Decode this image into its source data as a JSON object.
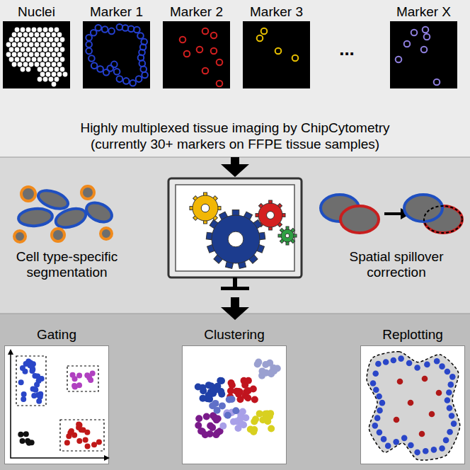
{
  "diagram": {
    "nodes": [
      {
        "text": [
          "Nuclei"
        ]
      },
      {
        "text": [
          "Marker 1"
        ]
      },
      {
        "text": [
          "Marker 2"
        ]
      },
      {
        "text": [
          "Marker 3"
        ]
      },
      {
        "text": [
          "Marker X"
        ]
      },
      {
        "text": [
          "Gating"
        ]
      },
      {
        "text": [
          "Clustering"
        ]
      },
      {
        "text": [
          "Replotting"
        ]
      }
    ],
    "labels": [
      "...",
      "Highly multiplexed tissue imaging by ChipCytometry",
      "(currently 30+ markers on FFPE tissue samples)",
      "Cell type-specific segmentation",
      "Spatial spillover correction"
    ]
  }
}
